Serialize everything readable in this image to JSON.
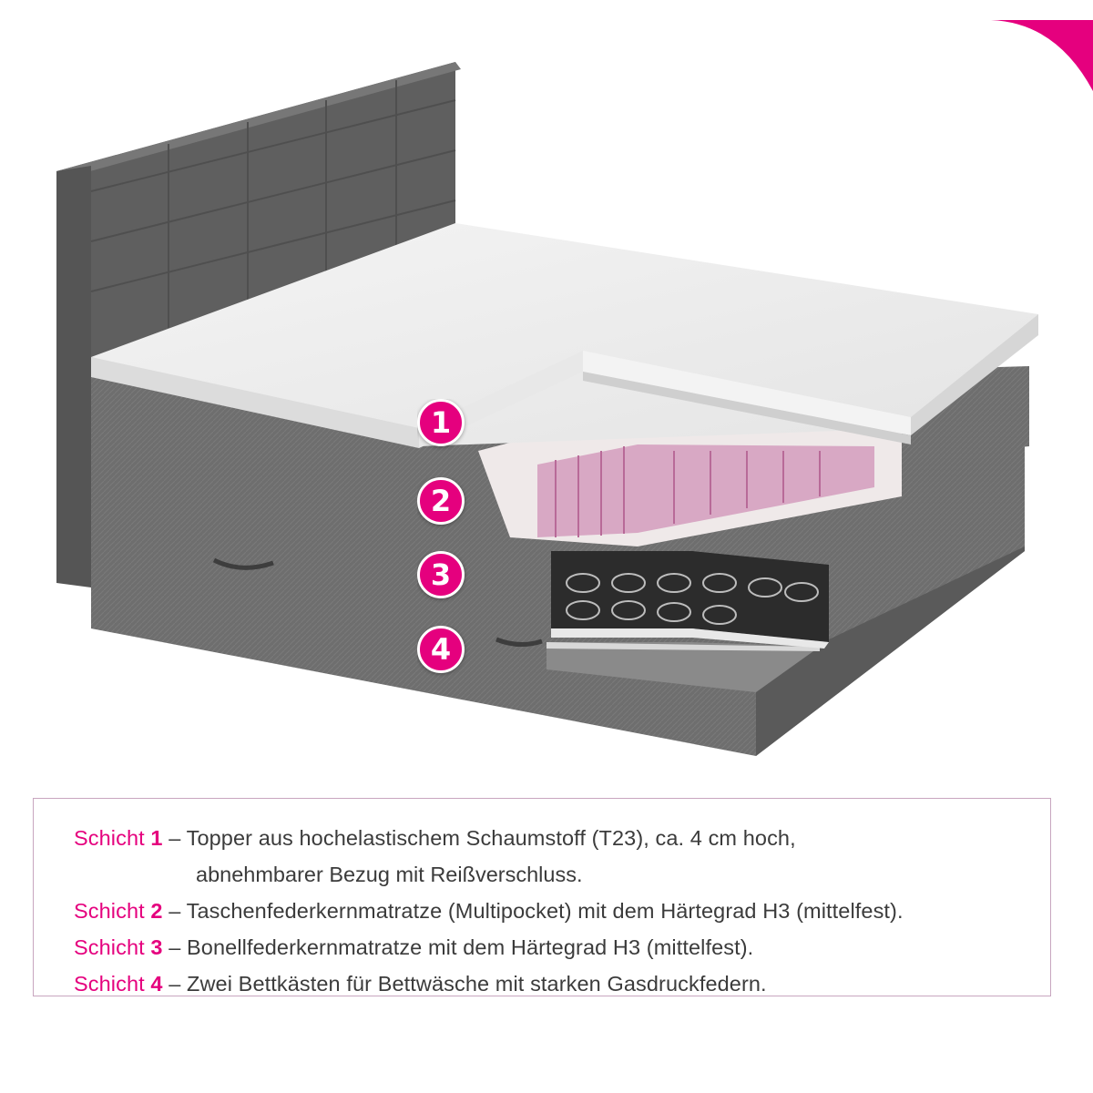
{
  "colors": {
    "accent": "#e5007e",
    "fabric": "#6d6d6d",
    "topper": "#efefef",
    "text": "#3b3b3b",
    "border": "#c8a6bf"
  },
  "badges": [
    "1",
    "2",
    "3",
    "4"
  ],
  "legend": {
    "rows": [
      {
        "label": "Schicht",
        "num": "1",
        "dash": "–",
        "text": "Topper aus hochelastischem Schaumstoff (T23), ca. 4 cm hoch,",
        "continuation": "abnehmbarer Bezug mit Reißverschluss."
      },
      {
        "label": "Schicht",
        "num": "2",
        "dash": "–",
        "text": "Taschenfederkernmatratze (Multipocket) mit dem Härtegrad H3 (mittelfest)."
      },
      {
        "label": "Schicht",
        "num": "3",
        "dash": "–",
        "text": "Bonellfederkernmatratze mit dem Härtegrad H3 (mittelfest)."
      },
      {
        "label": "Schicht",
        "num": "4",
        "dash": "–",
        "text": "Zwei Bettkästen für Bettwäsche mit starken Gasdruckfedern."
      }
    ]
  }
}
